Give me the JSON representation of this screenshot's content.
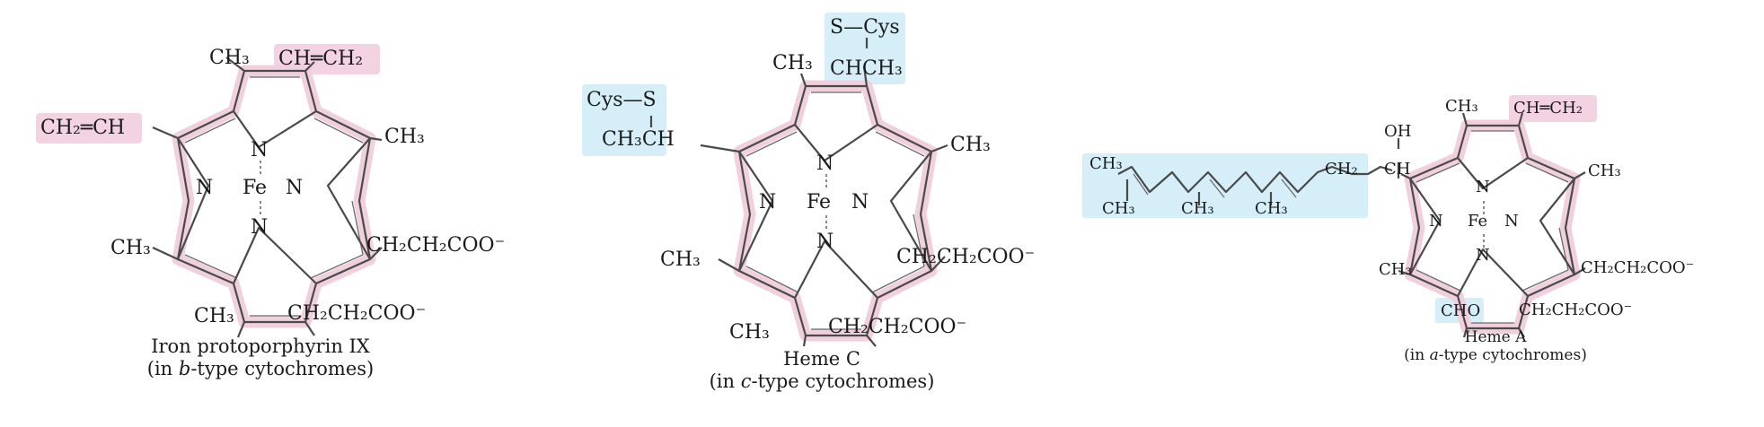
{
  "panels": [
    {
      "labels": {
        "top_left_methyl": "CH₃",
        "top_right_vinyl": "CH═CH₂",
        "left_vinyl": "CH₂═CH",
        "right_methyl": "CH₃",
        "n_top": "N",
        "n_left": "N",
        "fe": "Fe",
        "n_right": "N",
        "n_bottom": "N",
        "left_methyl": "CH₃",
        "right_propionate": "CH₂CH₂COO⁻",
        "bottom_methyl": "CH₃",
        "bottom_propionate": "CH₂CH₂COO⁻"
      },
      "caption_line1": "Iron protoporphyrin IX",
      "caption_line2_prefix": "(in ",
      "caption_line2_italic": "b",
      "caption_line2_suffix": "-type cytochromes)"
    },
    {
      "labels": {
        "s_cys_top": "S—Cys",
        "chch3_top": "CHCH₃",
        "top_methyl": "CH₃",
        "cys_s_left": "Cys—S",
        "ch3ch_left": "CH₃CH",
        "right_methyl": "CH₃",
        "n_top": "N",
        "n_left": "N",
        "fe": "Fe",
        "n_right": "N",
        "n_bottom": "N",
        "left_methyl": "CH₃",
        "right_propionate": "CH₂CH₂COO⁻",
        "bottom_methyl": "CH₃",
        "bottom_propionate": "CH₂CH₂COO⁻"
      },
      "caption_line1": "Heme C",
      "caption_line2_prefix": "(in ",
      "caption_line2_italic": "c",
      "caption_line2_suffix": "-type cytochromes)"
    },
    {
      "labels": {
        "chain_ch3_a": "CH₃",
        "chain_ch3_b": "CH₃",
        "chain_ch3_c": "CH₃",
        "chain_ch3_d": "CH₃",
        "chain_ch2": "CH₂",
        "oh": "OH",
        "ch": "CH",
        "top_methyl": "CH₃",
        "top_vinyl": "CH═CH₂",
        "right_methyl": "CH₃",
        "n_top": "N",
        "n_left": "N",
        "fe": "Fe",
        "n_right": "N",
        "n_bottom": "N",
        "left_methyl": "CH₃",
        "right_propionate": "CH₂CH₂COO⁻",
        "formyl": "CHO",
        "bottom_propionate": "CH₂CH₂COO⁻"
      },
      "caption_line1": "Heme A",
      "caption_line2_prefix": "(in ",
      "caption_line2_italic": "a",
      "caption_line2_suffix": "-type cytochromes)"
    }
  ],
  "colors": {
    "ring_highlight": "#f1d0de",
    "substituent_pink": "#f3d3e1",
    "substituent_blue": "#d6eef8",
    "bond": "#4a4a4a"
  }
}
